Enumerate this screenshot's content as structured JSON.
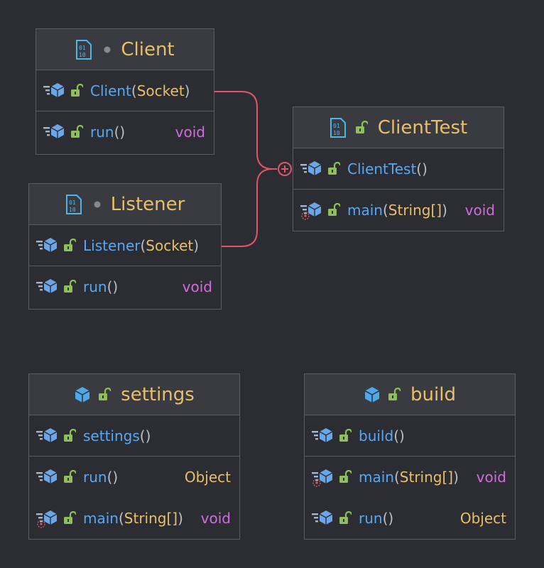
{
  "classes": {
    "client": {
      "title": "Client",
      "members": [
        {
          "name": "Client",
          "params": "Socket",
          "ret": ""
        },
        {
          "name": "run",
          "params": "",
          "ret": "void"
        }
      ]
    },
    "listener": {
      "title": "Listener",
      "members": [
        {
          "name": "Listener",
          "params": "Socket",
          "ret": ""
        },
        {
          "name": "run",
          "params": "",
          "ret": "void"
        }
      ]
    },
    "clienttest": {
      "title": "ClientTest",
      "members": [
        {
          "name": "ClientTest",
          "params": "",
          "ret": ""
        },
        {
          "name": "main",
          "params": "String[]",
          "ret": "void"
        }
      ]
    },
    "settings": {
      "title": "settings",
      "members": [
        {
          "name": "settings",
          "params": "",
          "ret": ""
        },
        {
          "name": "run",
          "params": "",
          "ret": "Object"
        },
        {
          "name": "main",
          "params": "String[]",
          "ret": "void"
        }
      ]
    },
    "build": {
      "title": "build",
      "members": [
        {
          "name": "build",
          "params": "",
          "ret": ""
        },
        {
          "name": "main",
          "params": "String[]",
          "ret": "void"
        },
        {
          "name": "run",
          "params": "",
          "ret": "Object"
        }
      ]
    }
  },
  "colors": {
    "background": "#2b2d33",
    "header": "#393b41",
    "border": "#5a5d63",
    "class_name": "#e8bf6a",
    "method_name": "#56a8f5",
    "void": "#cf6edb",
    "type": "#e8bf6a",
    "edge": "#e0556b",
    "lock": "#8fbf5a"
  },
  "icons": {
    "inner_class": "inner-class-file-icon",
    "class": "class-cube-icon",
    "method": "method-icon",
    "public": "open-lock-icon",
    "static": "static-marker-icon"
  }
}
